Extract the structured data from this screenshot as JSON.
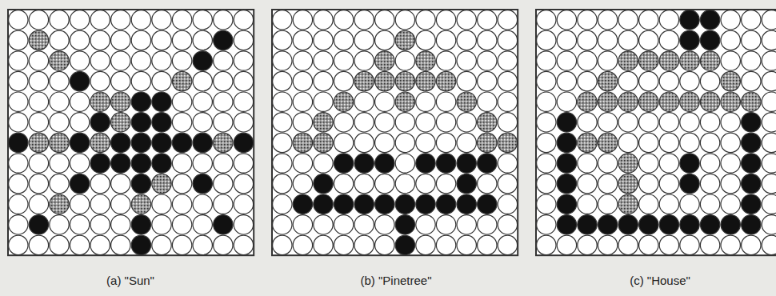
{
  "diagram": {
    "labels": [
      "(a) \"Sun\"",
      "(b) \"Pinetree\"",
      "(c) \"House\""
    ]
  }
}
